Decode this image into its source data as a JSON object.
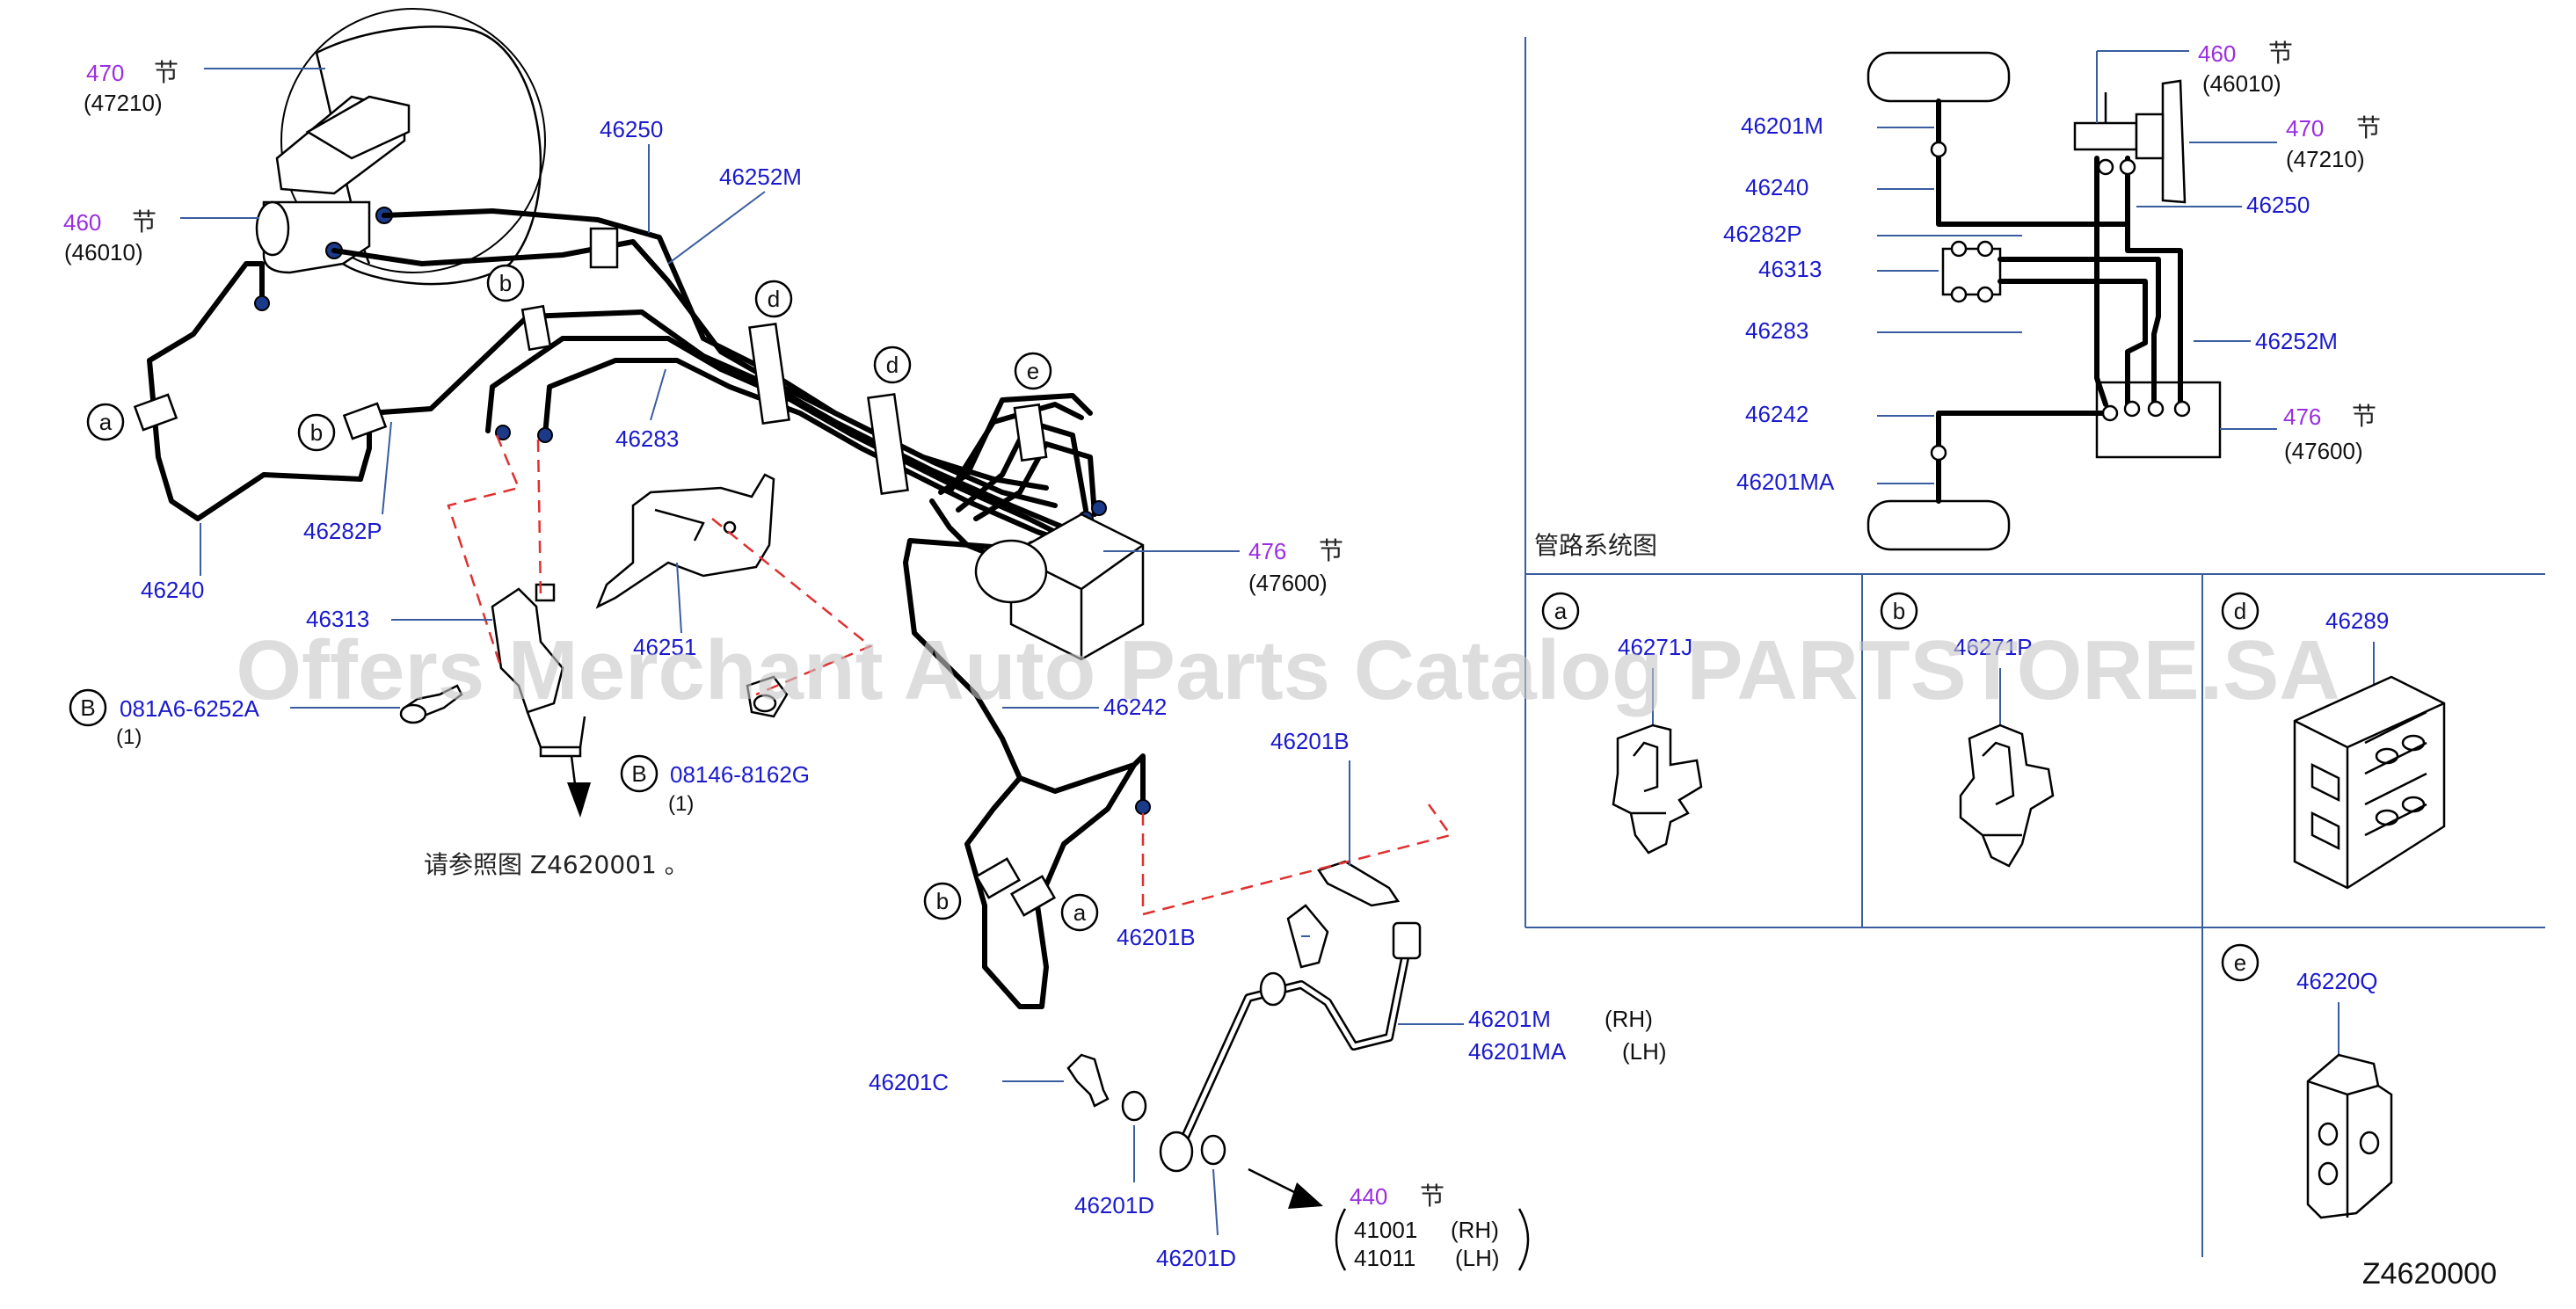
{
  "callouts": {
    "sec470": "470",
    "sec460": "460",
    "sec476": "476",
    "sec440": "440",
    "jie": "节",
    "p47210": "(47210)",
    "p46010": "(46010)",
    "p47600": "(47600)",
    "p46250": "46250",
    "p46252M": "46252M",
    "p46283": "46283",
    "p46282P": "46282P",
    "p46240": "46240",
    "p46313": "46313",
    "p46251": "46251",
    "p46242": "46242",
    "p46201B_1": "46201B",
    "p46201B_2": "46201B",
    "p46201M": "46201M",
    "p46201MA": "46201MA",
    "rh": "(RH)",
    "lh": "(LH)",
    "p46201C": "46201C",
    "p46201D_1": "46201D",
    "p46201D_2": "46201D",
    "p41001": "41001",
    "p41011": "41011",
    "bolt1": "081A6-6252A",
    "bolt2": "08146-8162G",
    "qty1": "(1)",
    "qty2": "(1)",
    "refer": "请参照图 Z4620001  。",
    "circle_a": "a",
    "circle_b": "b",
    "circle_d": "d",
    "circle_e": "e",
    "circle_B": "B"
  },
  "schematic": {
    "title": "管路系统图",
    "labels": {
      "m": "46201M",
      "p46240": "46240",
      "p46282P": "46282P",
      "p46313": "46313",
      "p46283": "46283",
      "p46242": "46242",
      "ma": "46201MA",
      "s460": "460",
      "p46010": "(46010)",
      "s470": "470",
      "p47210": "(47210)",
      "p46250": "46250",
      "p46252M": "46252M",
      "s476": "476",
      "p47600": "(47600)"
    }
  },
  "detail_boxes": [
    {
      "letter": "a",
      "part": "46271J"
    },
    {
      "letter": "b",
      "part": "46271P"
    },
    {
      "letter": "d",
      "part": "46289"
    },
    {
      "letter": "e",
      "part": "46220Q"
    }
  ],
  "diagram_id": "Z4620000",
  "watermark": "Offers Merchant Auto Parts Catalog PARTSTORE.SA"
}
